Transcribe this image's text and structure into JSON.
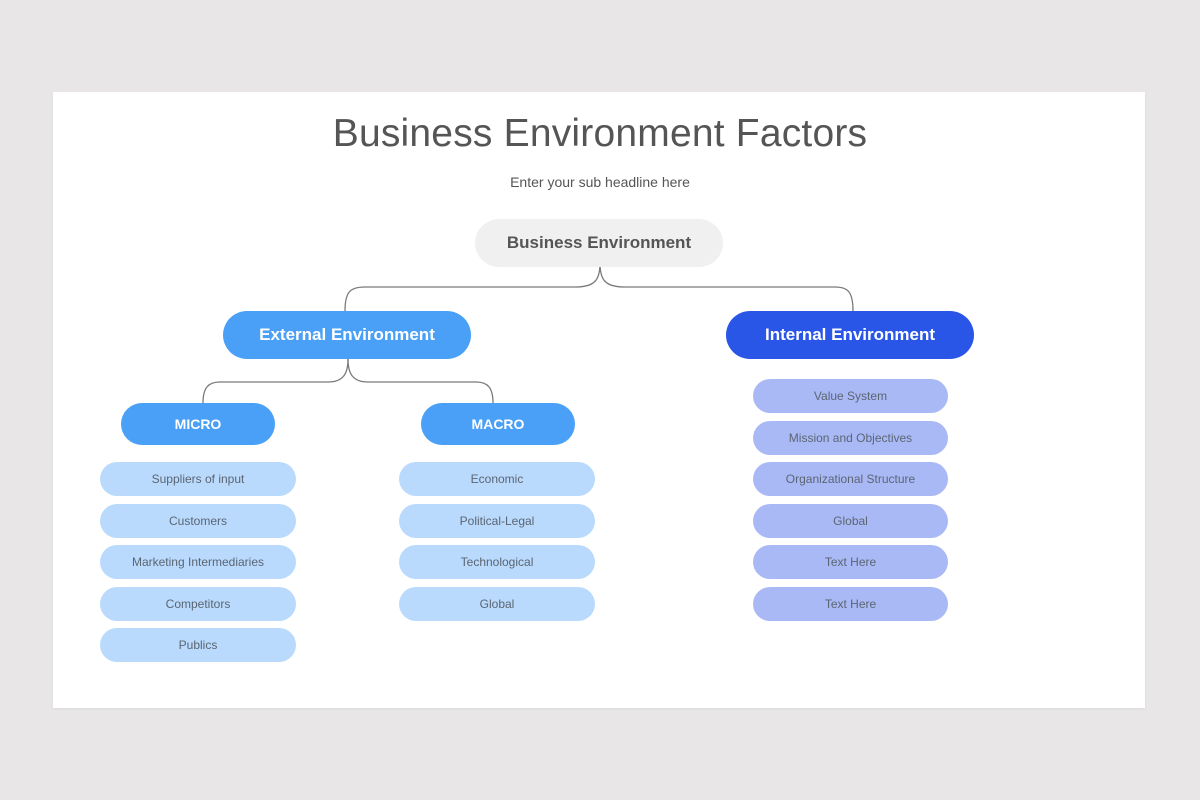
{
  "title": "Business Environment Factors",
  "subtitle": "Enter your sub headline here",
  "colors": {
    "root_bg": "#f0f0f0",
    "external_bg": "#4aa0f6",
    "internal_bg": "#2a56e8",
    "external_item_bg": "#b9dafc",
    "internal_item_bg": "#a9b9f5",
    "connector": "#7a7a7a"
  },
  "root": {
    "label": "Business Environment"
  },
  "external": {
    "label": "External Environment",
    "micro": {
      "label": "MICRO",
      "items": [
        "Suppliers of input",
        "Customers",
        "Marketing Intermediaries",
        "Competitors",
        "Publics"
      ]
    },
    "macro": {
      "label": "MACRO",
      "items": [
        "Economic",
        "Political-Legal",
        "Technological",
        "Global"
      ]
    }
  },
  "internal": {
    "label": "Internal Environment",
    "items": [
      "Value System",
      "Mission and Objectives",
      "Organizational Structure",
      "Global",
      "Text Here",
      "Text Here"
    ]
  }
}
